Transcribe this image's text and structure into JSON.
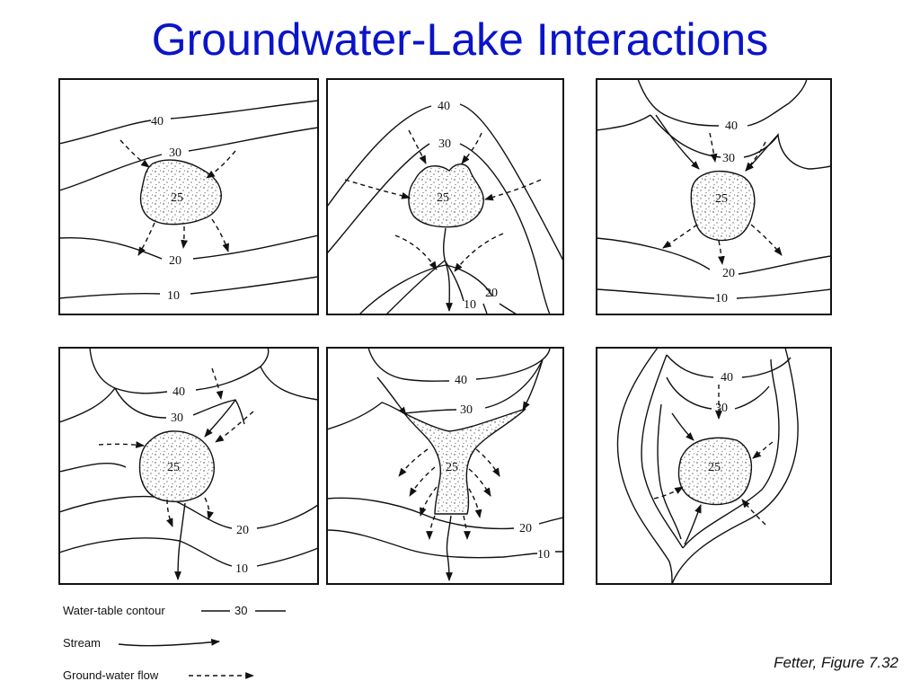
{
  "title": "Groundwater-Lake Interactions",
  "credit": "Fetter, Figure 7.32",
  "panels": [
    {
      "labels": [
        "40",
        "30",
        "20",
        "10"
      ],
      "lake": "25"
    },
    {
      "labels": [
        "40",
        "30",
        "20",
        "10"
      ],
      "lake": "25"
    },
    {
      "labels": [
        "40",
        "30",
        "20",
        "10"
      ],
      "lake": "25"
    },
    {
      "labels": [
        "40",
        "30",
        "20",
        "10"
      ],
      "lake": "25"
    },
    {
      "labels": [
        "40",
        "30",
        "20",
        "10"
      ],
      "lake": "25"
    },
    {
      "labels": [
        "40",
        "30"
      ],
      "lake": "25"
    }
  ],
  "legend": {
    "contour_label": "Water-table contour",
    "contour_value": "30",
    "stream_label": "Stream",
    "flow_label": "Ground-water flow"
  }
}
